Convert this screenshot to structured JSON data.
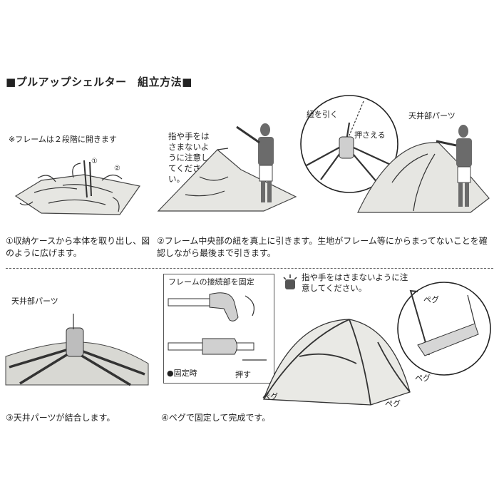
{
  "title": "■プルアップシェルター　組立方法■",
  "note_two_stage": "※フレームは２段階に開きます",
  "marker_1": "①",
  "marker_2": "②",
  "warning_left": "指や手をはさまないように注意してください。",
  "label_pull_string": "紐を引く",
  "label_press": "押さえる",
  "label_ceiling_parts_top": "天井部パーツ",
  "caption_step1": "①収納ケースから本体を取り出し、図のように広げます。",
  "caption_step2": "②フレーム中央部の紐を真上に引きます。生地がフレーム等にからまってないことを確認しながら最後まで引きます。",
  "label_ceiling_parts_bottom": "天井部パーツ",
  "caption_step3": "③天井パーツが結合します。",
  "frame_box_title": "フレームの接続部を固定",
  "label_fixed_state": "●固定時",
  "label_push": "押す",
  "warning_right": "指や手をはさまないように注意してください。",
  "label_peg_1": "ペグ",
  "label_peg_2": "ペグ",
  "label_peg_3": "ペグ",
  "label_peg_4": "ペグ",
  "caption_step4": "④ペグで固定して完成です。",
  "icons": [
    "caution-hand-icon",
    "arrow-icon"
  ],
  "colors": {
    "ink": "#222222",
    "fabric": "#e6e6e2",
    "person": "#6b6b6b"
  }
}
